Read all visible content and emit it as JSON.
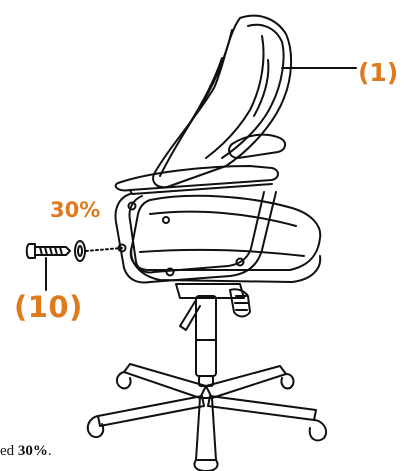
{
  "callouts": {
    "part_1": "(1)",
    "part_10": "(10)",
    "percent": "30%"
  },
  "caption": {
    "prefix": "ed ",
    "bold": "30%",
    "suffix": "."
  },
  "colors": {
    "accent": "#e07a1f",
    "line": "#111111"
  },
  "icons": [
    "office-chair",
    "screw",
    "washer",
    "leader-line"
  ]
}
